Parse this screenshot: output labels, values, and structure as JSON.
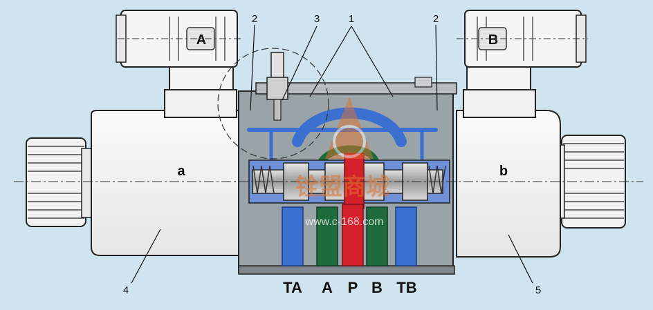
{
  "diagram": {
    "callouts": [
      "2",
      "3",
      "1",
      "2",
      "4",
      "5"
    ],
    "coil_left_label": "A",
    "coil_right_label": "B",
    "side_left_label": "a",
    "side_right_label": "b",
    "ports": [
      "TA",
      "A",
      "P",
      "B",
      "TB"
    ]
  },
  "watermark": {
    "title": "铨盟商城",
    "url": "www.c-168.com"
  },
  "colors": {
    "background": "#cfe4ee",
    "body": "#f3f3f3",
    "section": "#9aa3a8",
    "tank_blue": "#3b6fd0",
    "work_green": "#1f6b3d",
    "pressure_red": "#d4202a",
    "watermark_orange": "#e0732e"
  }
}
